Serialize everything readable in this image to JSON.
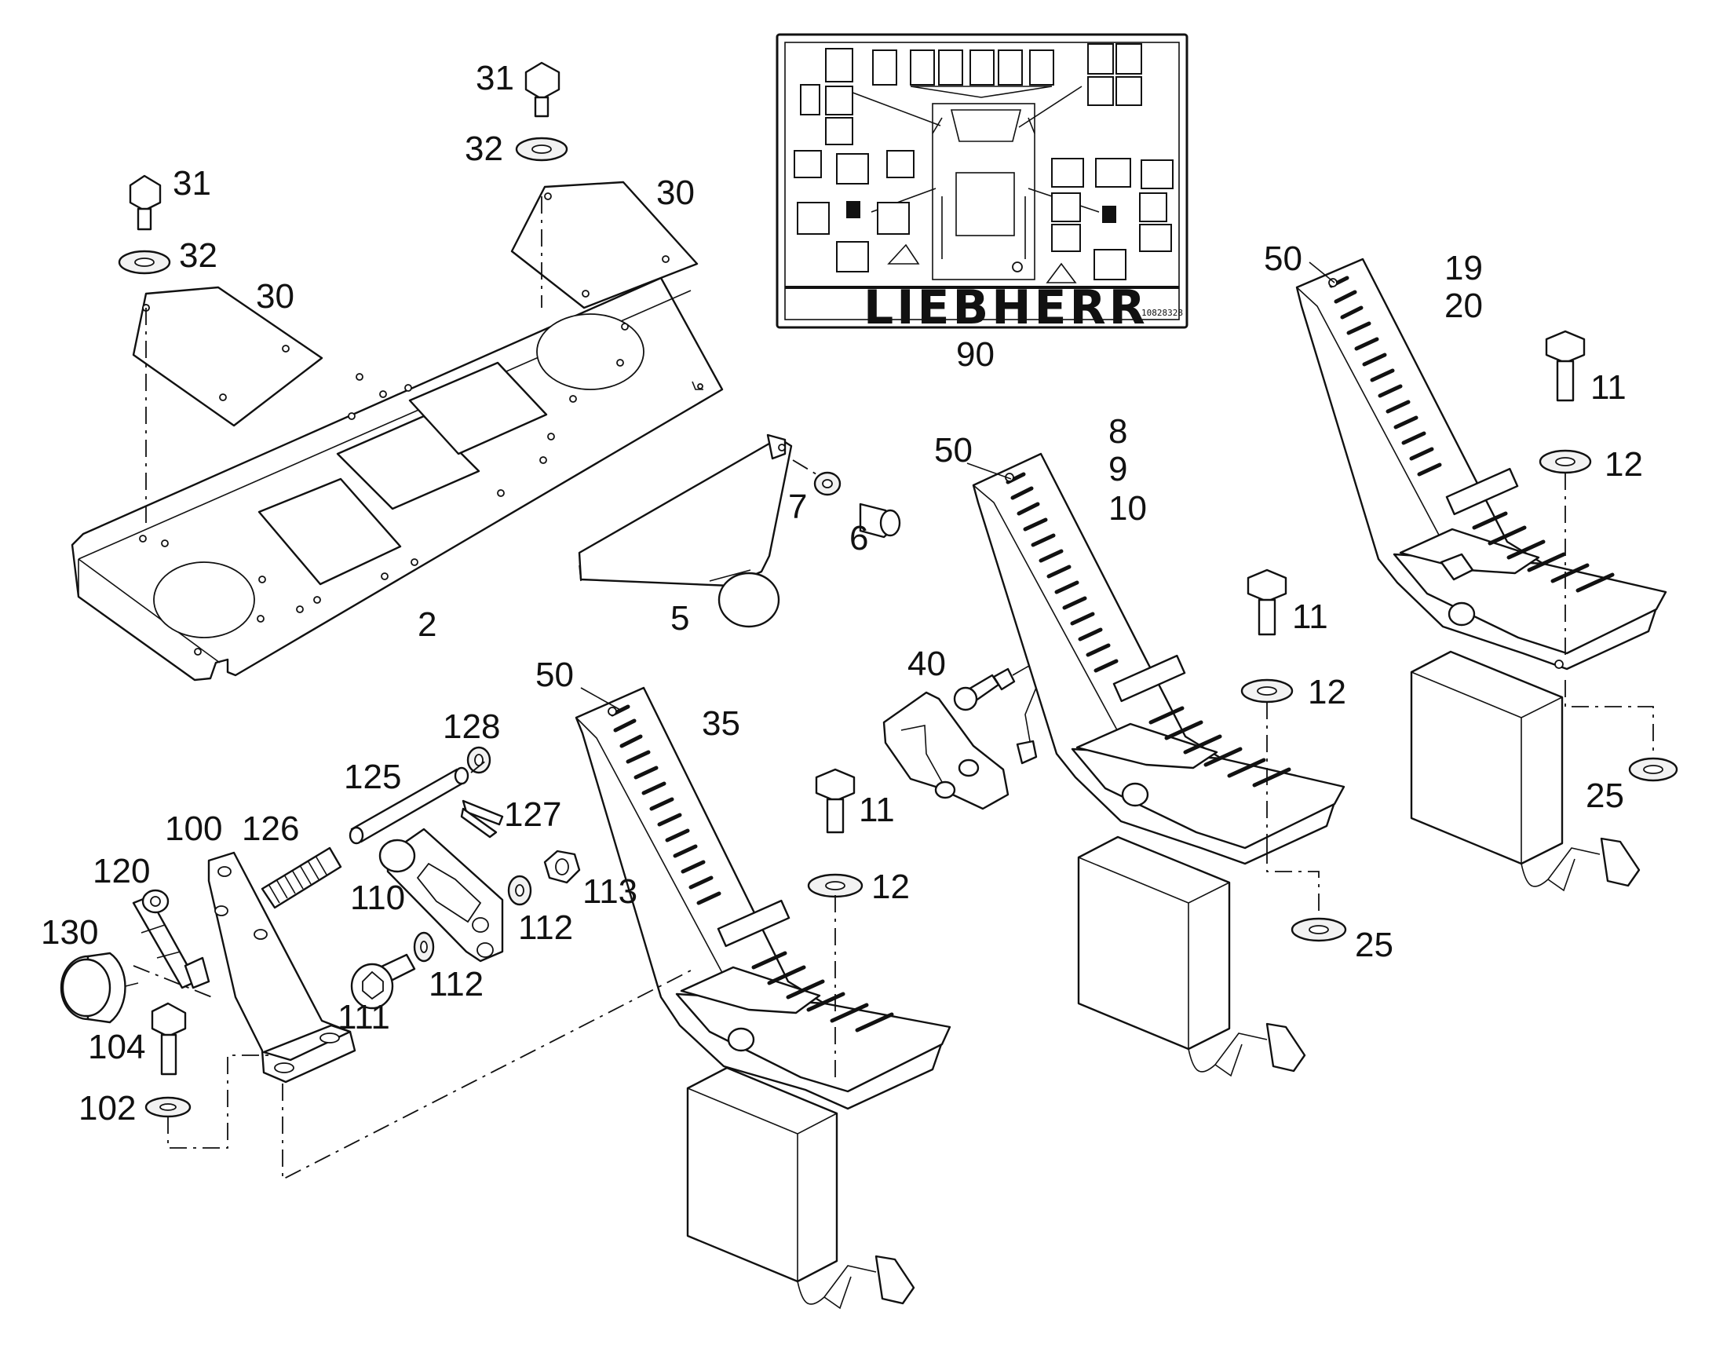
{
  "decal": {
    "brand": "LIEBHERR",
    "code": "10828328"
  },
  "labels": {
    "p2": "2",
    "p5": "5",
    "p6": "6",
    "p7": "7",
    "p8": "8",
    "p9": "9",
    "p10": "10",
    "p11a": "11",
    "p11b": "11",
    "p11c": "11",
    "p12a": "12",
    "p12b": "12",
    "p12c": "12",
    "p19": "19",
    "p20": "20",
    "p25a": "25",
    "p25b": "25",
    "p30a": "30",
    "p30b": "30",
    "p31a": "31",
    "p31b": "31",
    "p32a": "32",
    "p32b": "32",
    "p35": "35",
    "p40": "40",
    "p50a": "50",
    "p50b": "50",
    "p50c": "50",
    "p90": "90",
    "p100": "100",
    "p102": "102",
    "p104": "104",
    "p110": "110",
    "p111": "111",
    "p112a": "112",
    "p112b": "112",
    "p113": "113",
    "p120": "120",
    "p125": "125",
    "p126": "126",
    "p127": "127",
    "p128": "128",
    "p130": "130"
  }
}
